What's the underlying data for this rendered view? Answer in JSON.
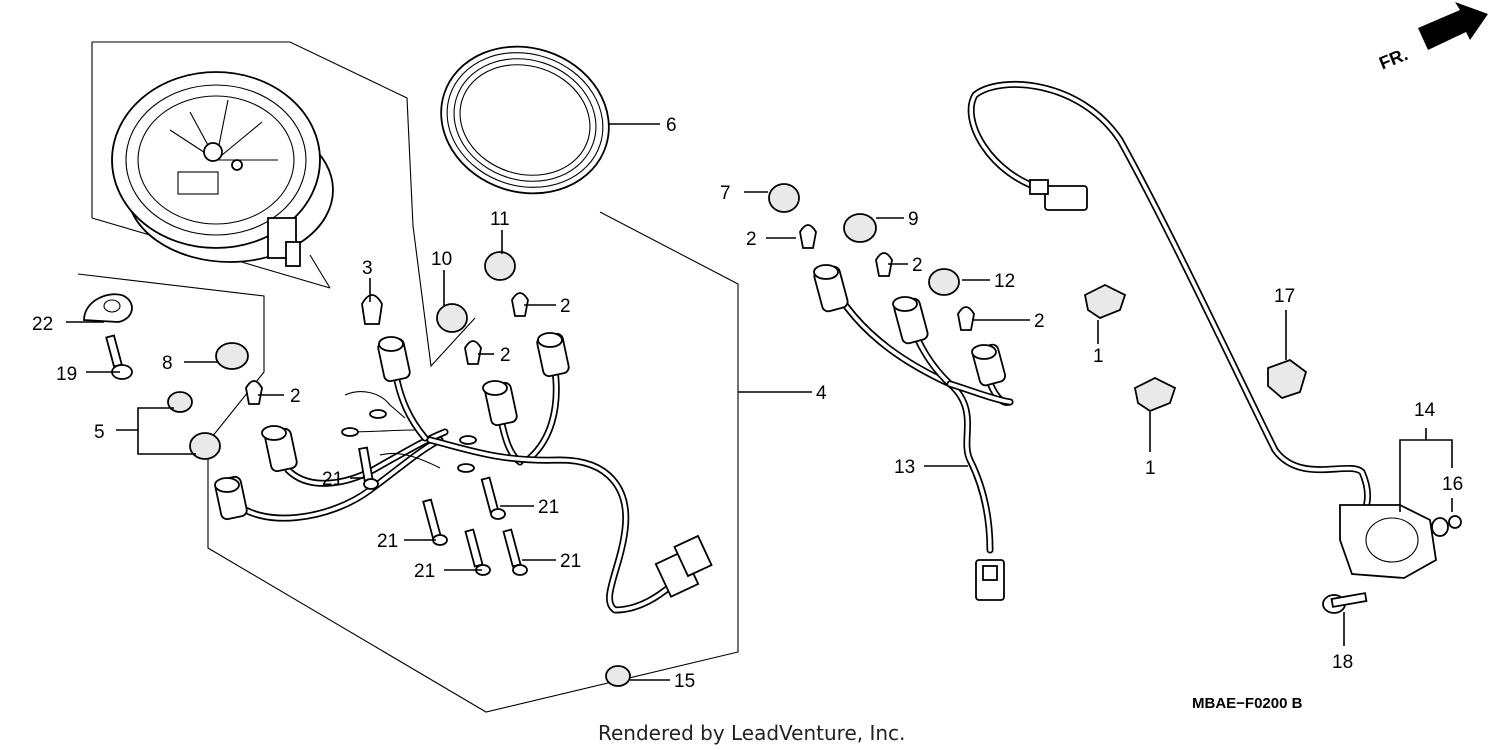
{
  "diagram": {
    "direction_label": "FR.",
    "figure_code": "MBAE−F0200 B",
    "credit": "Rendered by LeadVenture, Inc.",
    "callouts": {
      "c1": "1",
      "c1b": "1",
      "c2a": "2",
      "c2b": "2",
      "c2c": "2",
      "c2d": "2",
      "c2e": "2",
      "c2f": "2",
      "c3": "3",
      "c4": "4",
      "c5": "5",
      "c6": "6",
      "c7": "7",
      "c8": "8",
      "c9": "9",
      "c10": "10",
      "c11": "11",
      "c12": "12",
      "c13": "13",
      "c14": "14",
      "c15": "15",
      "c16": "16",
      "c17": "17",
      "c18": "18",
      "c19": "19",
      "c21a": "21",
      "c21b": "21",
      "c21c": "21",
      "c21d": "21",
      "c21e": "21",
      "c22": "22"
    },
    "icons": [
      "speedometer-icon",
      "bezel-ring-icon",
      "wire-harness-icon",
      "bulb-socket-icon",
      "bulb-icon",
      "grommet-icon",
      "screw-icon",
      "clamp-icon",
      "speed-sensor-icon",
      "cable-clip-icon",
      "arrow-icon"
    ]
  }
}
